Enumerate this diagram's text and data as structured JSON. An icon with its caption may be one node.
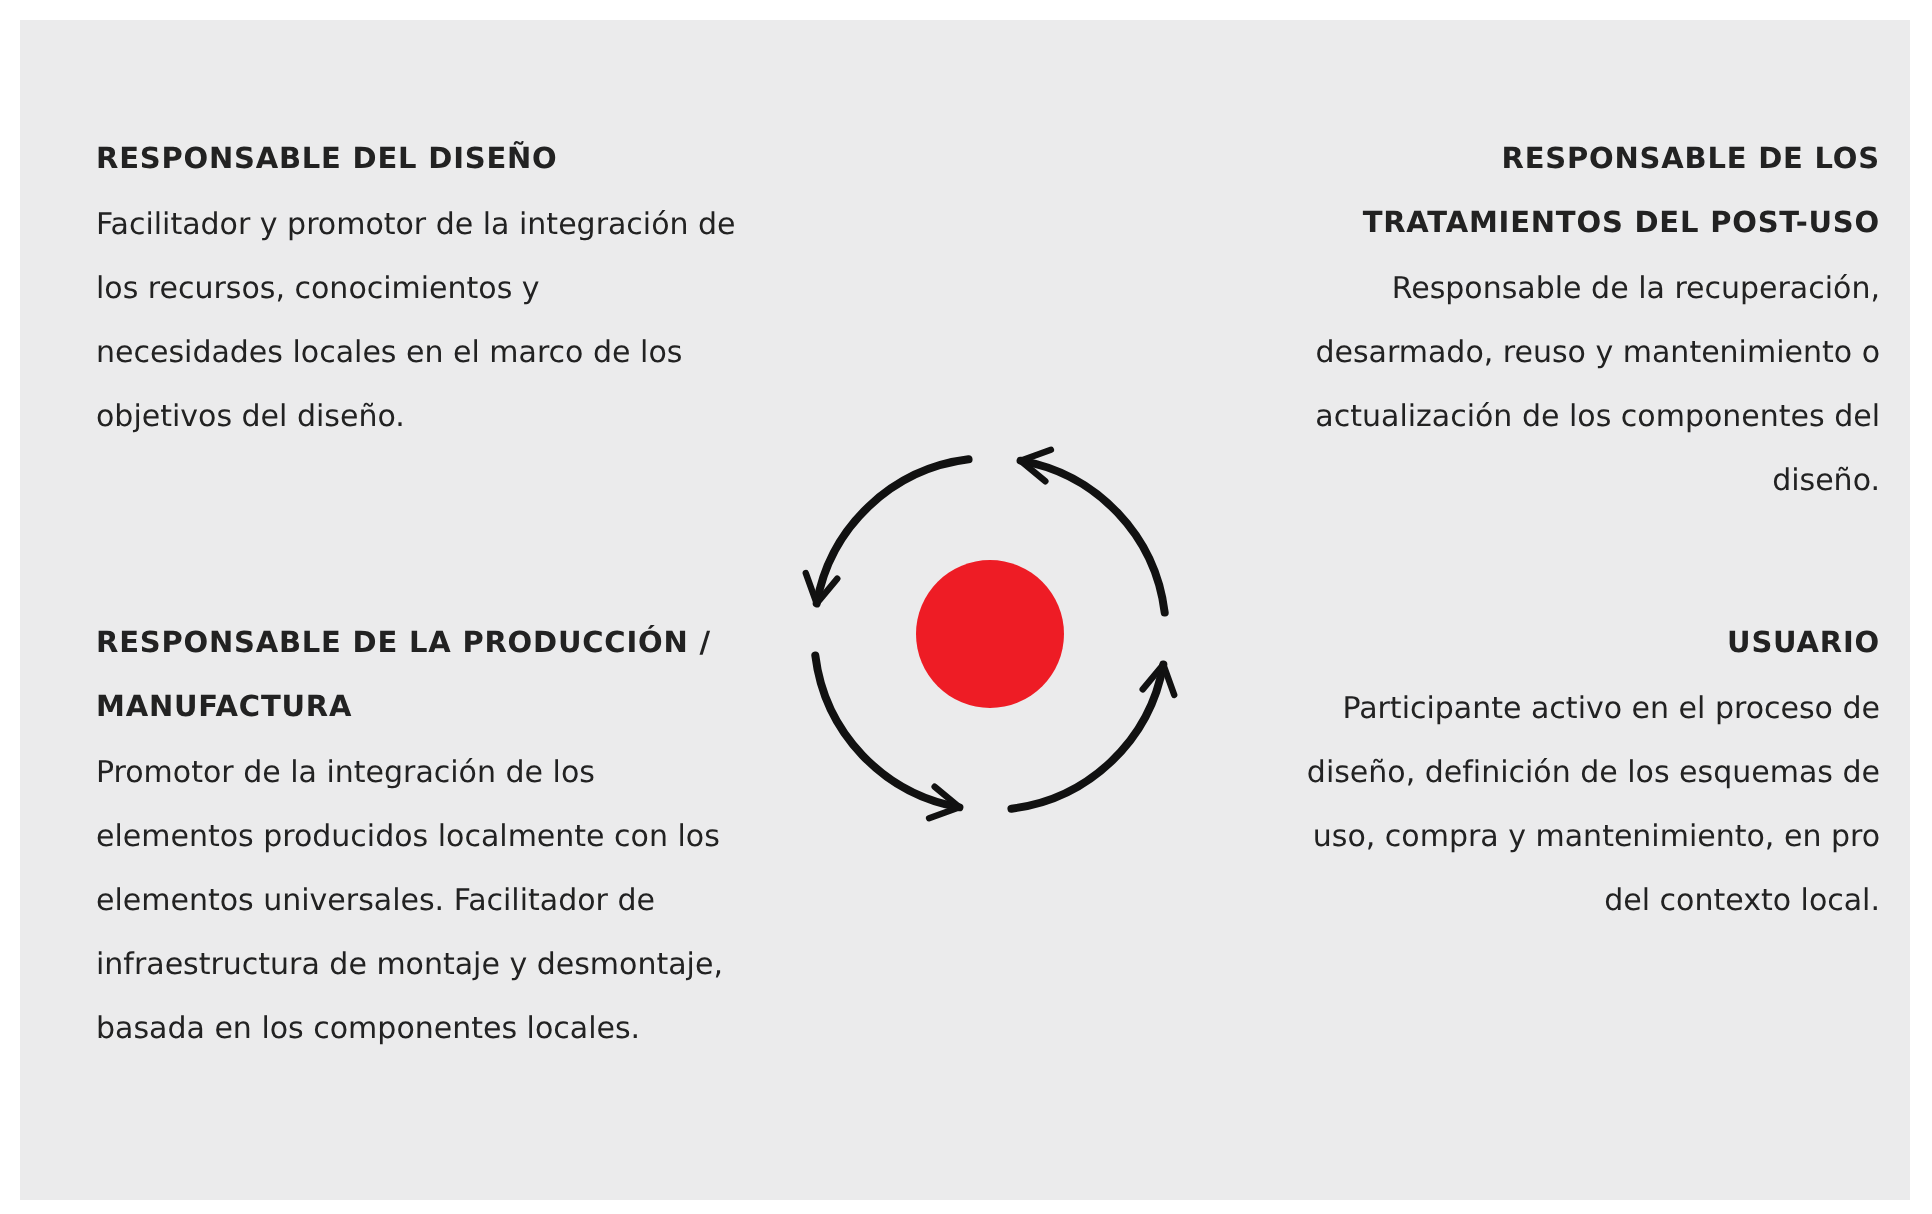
{
  "diagram": {
    "labels": [
      "RESPONSABLE DEL DISEÑO",
      "Facilitador y promotor de la integración de los recursos, conocimientos y necesidades locales en el marco de los objetivos del diseño.",
      "RESPONSABLE DE LOS TRATAMIENTOS DEL POST-USO",
      "Responsable de la recuperación, desarmado, reuso y mantenimiento o actualización de los componentes del diseño.",
      "RESPONSABLE DE LA PRODUCCIÓN / MANUFACTURA",
      "Promotor de la integración de los elementos producidos localmente con los elementos universales. Facilitador de infraestructura de montaje y desmontaje, basada en los componentes locales.",
      "USUARIO",
      "Participante activo en el proceso de diseño, definición de los esquemas de uso, compra y mantenimiento, en pro del contexto local."
    ]
  }
}
